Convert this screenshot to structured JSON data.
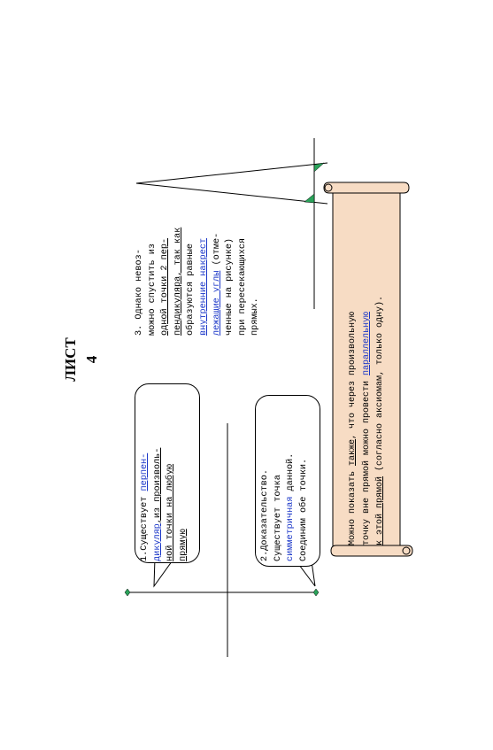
{
  "title": "ЛИСТ 4",
  "bubble1": {
    "l1a": "1.Существует ",
    "l1b": "перпен-",
    "l2a": "дикуляр",
    "l2b": ",из произволь-",
    "l3": "ной точки на любую",
    "l4": "прямую"
  },
  "bubble2": {
    "l1": "2.Доказательство.",
    "l2": "Существует точка",
    "l3a": "симметричная",
    "l3b": " данной.",
    "l4": "Соединим обе точки."
  },
  "text3": {
    "l1": "3. Однако невоз-",
    "l2": "можно спустить из",
    "l3": "одной точки 2 пер-",
    "l4": "пендикуляра, так как",
    "l5": "образуются равные",
    "l6": "внутренние накрест",
    "l7a": "лежащие углы",
    "l7b": " (отме-",
    "l8": "ченные на рисунке)",
    "l9": "при пересекающихся",
    "l10": "прямых."
  },
  "scroll": {
    "l1a": "Можно показать ",
    "l1b": "также",
    "l1c": ", что через произвольную",
    "l2a": "точку вне прямой можно провести ",
    "l2b": "параллельную",
    "l3a": "к этой прямой",
    "l3b": " (согласно аксиомам, только одну)."
  }
}
